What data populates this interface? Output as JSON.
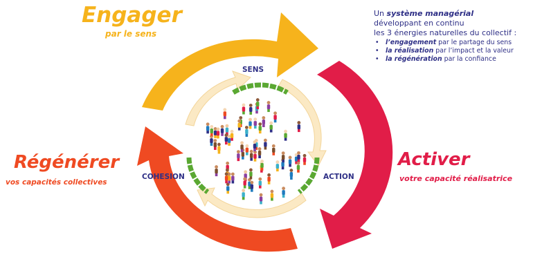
{
  "stages": {
    "engager": {
      "title": "Engager",
      "subtitle": "par le sens"
    },
    "activer": {
      "title": "Activer",
      "subtitle": "votre capacité réalisatrice"
    },
    "regenerer": {
      "title": "Régénérer",
      "subtitle": "vos capacités collectives"
    }
  },
  "description": {
    "line1_prefix": "Un ",
    "line1_em": "système managérial",
    "line2": "développant en continu",
    "line3": "les 3 énergies naturelles du collectif :",
    "bullet_char": "•",
    "bullets": [
      {
        "strong": "l’engagement",
        "rest": " par le partage du sens"
      },
      {
        "strong": "la réalisation",
        "rest": " par l’impact et la valeur"
      },
      {
        "strong": "la régénération",
        "rest": " par la confiance"
      }
    ]
  },
  "pillars": {
    "sens": "SENS",
    "cohesion": "COHESION",
    "action": "ACTION"
  },
  "colors": {
    "engager": "#f6b31c",
    "activer": "#e11d48",
    "regenerer": "#ef4a22",
    "text_blue": "#2e2f86",
    "inner_green": "#5aa832",
    "inner_arrows": "#fbe9c4"
  },
  "icons": {
    "people": "people-crowd-icon"
  }
}
